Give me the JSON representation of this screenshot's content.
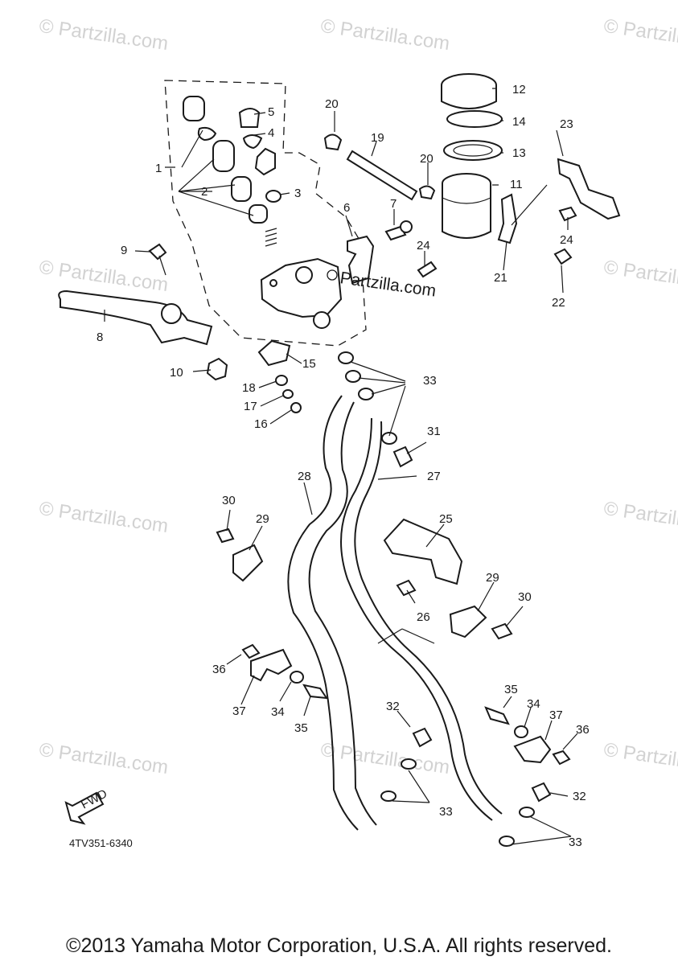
{
  "watermark_text": "© Partzilla.com",
  "center_watermark": "Partzilla.com",
  "diagram_code": "4TV351-6340",
  "fwd_label": "FWD",
  "copyright": "©2013 Yamaha Motor Corporation, U.S.A. All rights reserved.",
  "callouts": {
    "c1": "1",
    "c2": "2",
    "c3": "3",
    "c4": "4",
    "c5": "5",
    "c6": "6",
    "c7": "7",
    "c8": "8",
    "c9": "9",
    "c10": "10",
    "c11": "11",
    "c12": "12",
    "c13": "13",
    "c14": "14",
    "c15": "15",
    "c16": "16",
    "c17": "17",
    "c18": "18",
    "c19": "19",
    "c20a": "20",
    "c20b": "20",
    "c21": "21",
    "c22": "22",
    "c23": "23",
    "c24a": "24",
    "c24b": "24",
    "c25": "25",
    "c26": "26",
    "c27": "27",
    "c28": "28",
    "c29a": "29",
    "c29b": "29",
    "c30a": "30",
    "c30b": "30",
    "c31": "31",
    "c32a": "32",
    "c32b": "32",
    "c33a": "33",
    "c33b": "33",
    "c33c": "33",
    "c34a": "34",
    "c34b": "34",
    "c35a": "35",
    "c35b": "35",
    "c36a": "36",
    "c36b": "36",
    "c37a": "37",
    "c37b": "37"
  }
}
